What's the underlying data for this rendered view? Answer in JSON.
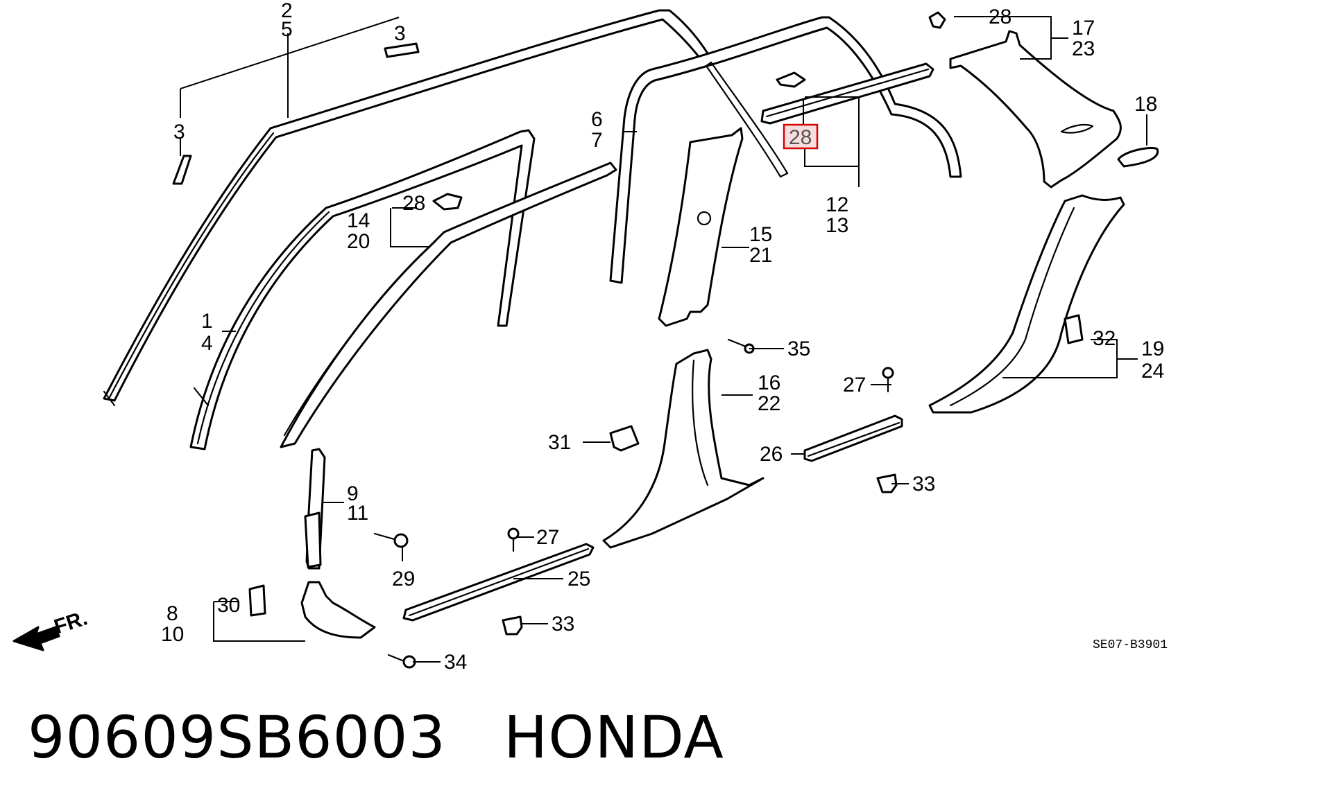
{
  "labels": {
    "l2": "2",
    "l5": "5",
    "l3a": "3",
    "l3b": "3",
    "l1": "1",
    "l4": "4",
    "l28a": "28",
    "l14": "14",
    "l20": "20",
    "l6": "6",
    "l7": "7",
    "l28b": "28",
    "l12": "12",
    "l13": "13",
    "l28c": "28",
    "l17": "17",
    "l23": "23",
    "l18": "18",
    "l15": "15",
    "l21": "21",
    "l35": "35",
    "l16": "16",
    "l22": "22",
    "l27a": "27",
    "l26": "26",
    "l33a": "33",
    "l31": "31",
    "l9": "9",
    "l11": "11",
    "l29": "29",
    "l27b": "27",
    "l25": "25",
    "l33b": "33",
    "l34": "34",
    "l8": "8",
    "l10": "10",
    "l30": "30",
    "l32": "32",
    "l19": "19",
    "l24": "24",
    "fr": "FR.",
    "code": "SE07-B3901"
  },
  "highlight": {
    "part": "28",
    "color": "#d40000"
  },
  "caption": {
    "part_number": "90609SB6003",
    "brand": "HONDA"
  }
}
